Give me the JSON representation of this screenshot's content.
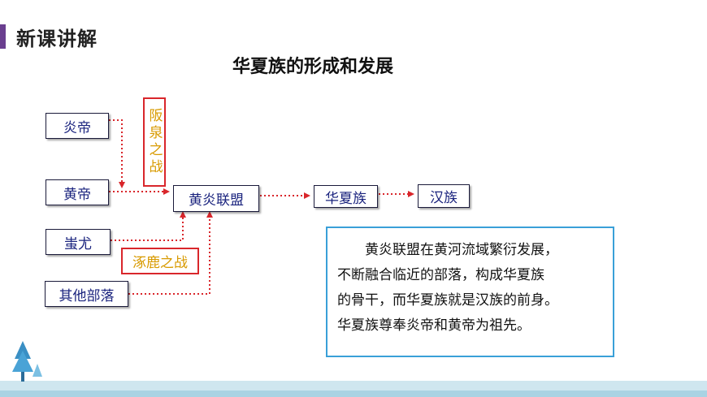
{
  "header": {
    "title": "新课讲解"
  },
  "diagram": {
    "title": "华夏族的形成和发展",
    "nodes": {
      "yandi": "炎帝",
      "huangdi": "黄帝",
      "chiyou": "蚩尤",
      "others": "其他部落",
      "alliance": "黄炎联盟",
      "huaxia": "华夏族",
      "han": "汉族"
    },
    "battles": {
      "banquan": "阪泉之战",
      "zhuolu": "涿鹿之战"
    }
  },
  "note": {
    "lines": [
      "黄炎联盟在黄河流域繁衍发展，",
      "不断融合临近的部落，构成华夏族",
      "的骨干，而华夏族就是汉族的前身。",
      "华夏族尊奉炎帝和黄帝为祖先。"
    ]
  },
  "colors": {
    "arrow": "#d9262b",
    "battle_text": "#d89a00",
    "node_text": "#1a237e",
    "note_border": "#3aa0d8",
    "header_accent": "#6a3f8f"
  }
}
